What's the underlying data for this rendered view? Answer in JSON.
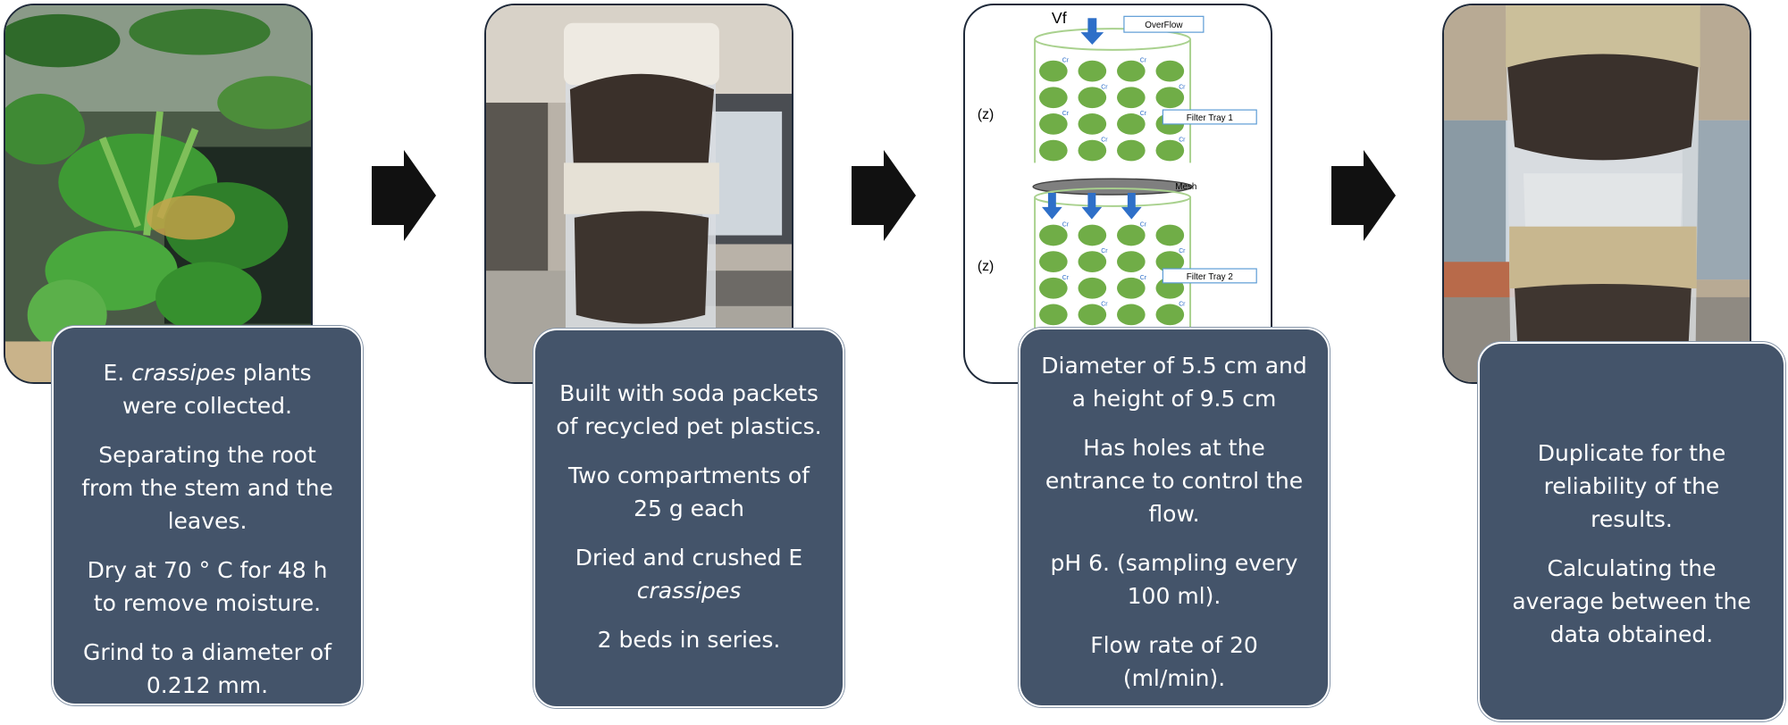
{
  "steps": [
    {
      "lines": [
        {
          "before": "E. ",
          "em": "crassipes",
          "after": " plants were collected."
        },
        "Separating the root from the stem and the leaves.",
        "Dry at 70 ° C for 48 h to remove moisture.",
        "Grind to a diameter of 0.212 mm."
      ]
    },
    {
      "lines": [
        "Built with soda packets of recycled pet plastics.",
        "Two compartments of 25 g each",
        {
          "before": "Dried and crushed E ",
          "em": "crassipes",
          "after": ""
        },
        "2 beds in series."
      ]
    },
    {
      "lines": [
        "Diameter of 5.5 cm and a height of 9.5 cm",
        "Has holes at the entrance to control the flow.",
        "pH 6.  (sampling every 100 ml).",
        "Flow rate of 20 (ml/min)."
      ]
    },
    {
      "lines": [
        "Duplicate for the reliability of the results.",
        "Calculating the average between the data obtained."
      ]
    }
  ],
  "diagram": {
    "vf": "Vf",
    "overflow": "OverFlow",
    "z_top": "(z)",
    "z_bottom": "(z)",
    "filter_tray_1": "Filter Tray 1",
    "mesh": "Mesh",
    "filter_tray_2": "Filter Tray 2",
    "particle_label": "Cr",
    "colors": {
      "pellet": "#70ad47",
      "flow_arrow": "#2e6fc8",
      "outline": "#a9d18e"
    }
  },
  "photos": [
    {
      "icon": "water-hyacinth-plant-photo"
    },
    {
      "icon": "bottle-filter-column-photo"
    },
    {
      "icon": "filter-column-schematic"
    },
    {
      "icon": "bottle-filter-duplicate-photo"
    }
  ]
}
